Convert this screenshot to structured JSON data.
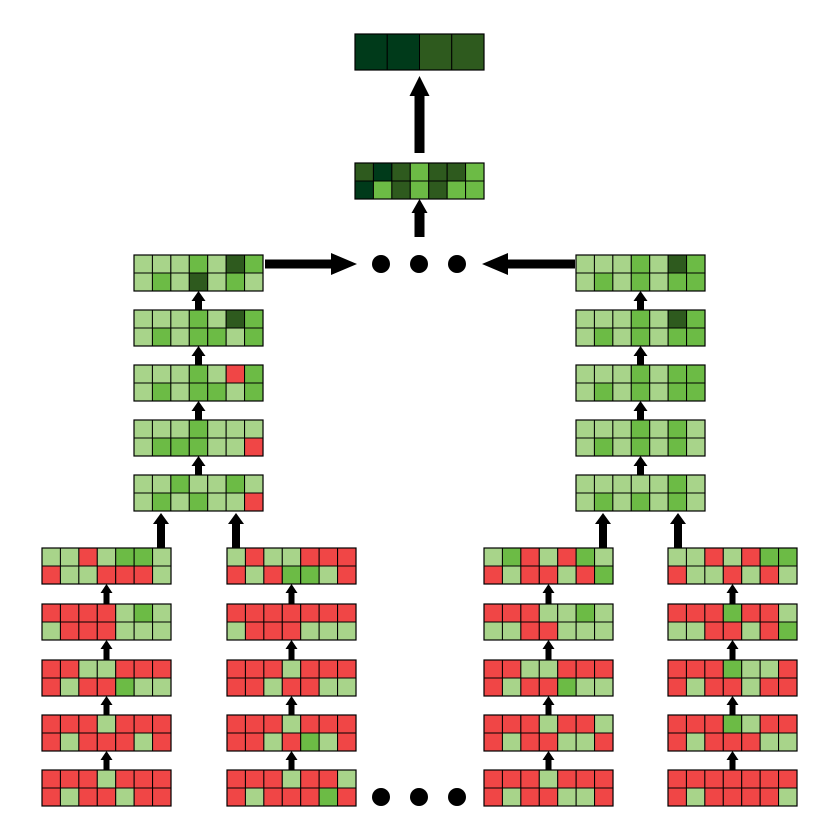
{
  "colors": {
    "R": "#f04646",
    "L": "#a8d48a",
    "M": "#6cbb45",
    "D": "#2e5a1e",
    "V": "#003a1a",
    "outline": "#000000",
    "arrow": "#000000",
    "background": "#ffffff"
  },
  "grids": {
    "final_output": [
      [
        "V",
        "V",
        "D",
        "D"
      ]
    ],
    "top_merge": [
      [
        "D",
        "V",
        "D",
        "M",
        "D",
        "D",
        "M"
      ],
      [
        "V",
        "M",
        "D",
        "M",
        "D",
        "M",
        "M"
      ]
    ],
    "left_tree": {
      "levels": [
        [
          [
            "L",
            "L",
            "L",
            "M",
            "L",
            "D",
            "M"
          ],
          [
            "L",
            "M",
            "L",
            "D",
            "L",
            "M",
            "L"
          ]
        ],
        [
          [
            "L",
            "L",
            "L",
            "M",
            "L",
            "D",
            "M"
          ],
          [
            "L",
            "M",
            "L",
            "M",
            "M",
            "L",
            "M"
          ]
        ],
        [
          [
            "L",
            "L",
            "L",
            "M",
            "L",
            "R",
            "M"
          ],
          [
            "L",
            "M",
            "L",
            "M",
            "M",
            "L",
            "M"
          ]
        ],
        [
          [
            "L",
            "L",
            "L",
            "M",
            "L",
            "L",
            "L"
          ],
          [
            "L",
            "M",
            "M",
            "M",
            "L",
            "L",
            "R"
          ]
        ],
        [
          [
            "L",
            "L",
            "M",
            "L",
            "L",
            "M",
            "L"
          ],
          [
            "L",
            "M",
            "L",
            "M",
            "L",
            "L",
            "R"
          ]
        ]
      ],
      "left_chain": [
        [
          [
            "L",
            "L",
            "R",
            "L",
            "M",
            "M",
            "L"
          ],
          [
            "R",
            "L",
            "L",
            "R",
            "R",
            "R",
            "L"
          ]
        ],
        [
          [
            "R",
            "R",
            "R",
            "R",
            "L",
            "M",
            "L"
          ],
          [
            "L",
            "R",
            "R",
            "R",
            "L",
            "L",
            "L"
          ]
        ],
        [
          [
            "R",
            "R",
            "L",
            "L",
            "R",
            "R",
            "R"
          ],
          [
            "R",
            "L",
            "R",
            "R",
            "M",
            "L",
            "L"
          ]
        ],
        [
          [
            "R",
            "R",
            "R",
            "L",
            "R",
            "R",
            "R"
          ],
          [
            "R",
            "L",
            "R",
            "R",
            "R",
            "L",
            "R"
          ]
        ],
        [
          [
            "R",
            "R",
            "R",
            "L",
            "R",
            "R",
            "R"
          ],
          [
            "R",
            "L",
            "R",
            "R",
            "L",
            "R",
            "R"
          ]
        ]
      ],
      "right_chain": [
        [
          [
            "L",
            "R",
            "L",
            "L",
            "R",
            "R",
            "R"
          ],
          [
            "R",
            "L",
            "R",
            "M",
            "M",
            "L",
            "R"
          ]
        ],
        [
          [
            "R",
            "R",
            "R",
            "R",
            "R",
            "R",
            "R"
          ],
          [
            "L",
            "R",
            "R",
            "R",
            "L",
            "L",
            "L"
          ]
        ],
        [
          [
            "R",
            "R",
            "R",
            "L",
            "R",
            "R",
            "R"
          ],
          [
            "R",
            "R",
            "L",
            "R",
            "R",
            "L",
            "L"
          ]
        ],
        [
          [
            "R",
            "R",
            "R",
            "L",
            "R",
            "R",
            "R"
          ],
          [
            "R",
            "R",
            "L",
            "R",
            "M",
            "L",
            "R"
          ]
        ],
        [
          [
            "R",
            "R",
            "R",
            "L",
            "R",
            "R",
            "L"
          ],
          [
            "R",
            "L",
            "R",
            "R",
            "R",
            "M",
            "R"
          ]
        ]
      ]
    },
    "right_tree": {
      "levels": [
        [
          [
            "L",
            "L",
            "L",
            "M",
            "L",
            "D",
            "M"
          ],
          [
            "L",
            "M",
            "L",
            "M",
            "L",
            "M",
            "M"
          ]
        ],
        [
          [
            "L",
            "L",
            "L",
            "M",
            "L",
            "D",
            "M"
          ],
          [
            "L",
            "M",
            "L",
            "M",
            "L",
            "M",
            "M"
          ]
        ],
        [
          [
            "L",
            "L",
            "L",
            "M",
            "L",
            "M",
            "M"
          ],
          [
            "L",
            "M",
            "L",
            "M",
            "L",
            "M",
            "M"
          ]
        ],
        [
          [
            "L",
            "L",
            "L",
            "M",
            "L",
            "M",
            "L"
          ],
          [
            "L",
            "M",
            "L",
            "M",
            "L",
            "M",
            "L"
          ]
        ],
        [
          [
            "L",
            "L",
            "L",
            "L",
            "L",
            "M",
            "L"
          ],
          [
            "L",
            "M",
            "L",
            "M",
            "L",
            "M",
            "L"
          ]
        ]
      ],
      "left_chain": [
        [
          [
            "L",
            "M",
            "R",
            "L",
            "R",
            "M",
            "L"
          ],
          [
            "R",
            "L",
            "R",
            "R",
            "L",
            "R",
            "M"
          ]
        ],
        [
          [
            "R",
            "R",
            "R",
            "L",
            "L",
            "M",
            "L"
          ],
          [
            "L",
            "L",
            "R",
            "R",
            "L",
            "L",
            "L"
          ]
        ],
        [
          [
            "R",
            "R",
            "L",
            "L",
            "R",
            "R",
            "R"
          ],
          [
            "R",
            "L",
            "R",
            "R",
            "M",
            "L",
            "L"
          ]
        ],
        [
          [
            "R",
            "R",
            "R",
            "L",
            "R",
            "R",
            "L"
          ],
          [
            "R",
            "L",
            "R",
            "R",
            "L",
            "L",
            "R"
          ]
        ],
        [
          [
            "R",
            "R",
            "R",
            "L",
            "R",
            "R",
            "R"
          ],
          [
            "R",
            "L",
            "R",
            "R",
            "L",
            "L",
            "R"
          ]
        ]
      ],
      "right_chain": [
        [
          [
            "L",
            "L",
            "R",
            "L",
            "R",
            "M",
            "M"
          ],
          [
            "R",
            "L",
            "L",
            "R",
            "L",
            "R",
            "L"
          ]
        ],
        [
          [
            "R",
            "R",
            "R",
            "M",
            "R",
            "R",
            "L"
          ],
          [
            "L",
            "L",
            "R",
            "R",
            "L",
            "R",
            "M"
          ]
        ],
        [
          [
            "R",
            "R",
            "R",
            "M",
            "L",
            "L",
            "R"
          ],
          [
            "R",
            "L",
            "R",
            "R",
            "L",
            "R",
            "R"
          ]
        ],
        [
          [
            "R",
            "R",
            "R",
            "M",
            "L",
            "R",
            "R"
          ],
          [
            "R",
            "L",
            "R",
            "R",
            "R",
            "L",
            "L"
          ]
        ],
        [
          [
            "R",
            "R",
            "R",
            "R",
            "R",
            "R",
            "R"
          ],
          [
            "R",
            "L",
            "R",
            "R",
            "R",
            "R",
            "L"
          ]
        ]
      ]
    }
  }
}
